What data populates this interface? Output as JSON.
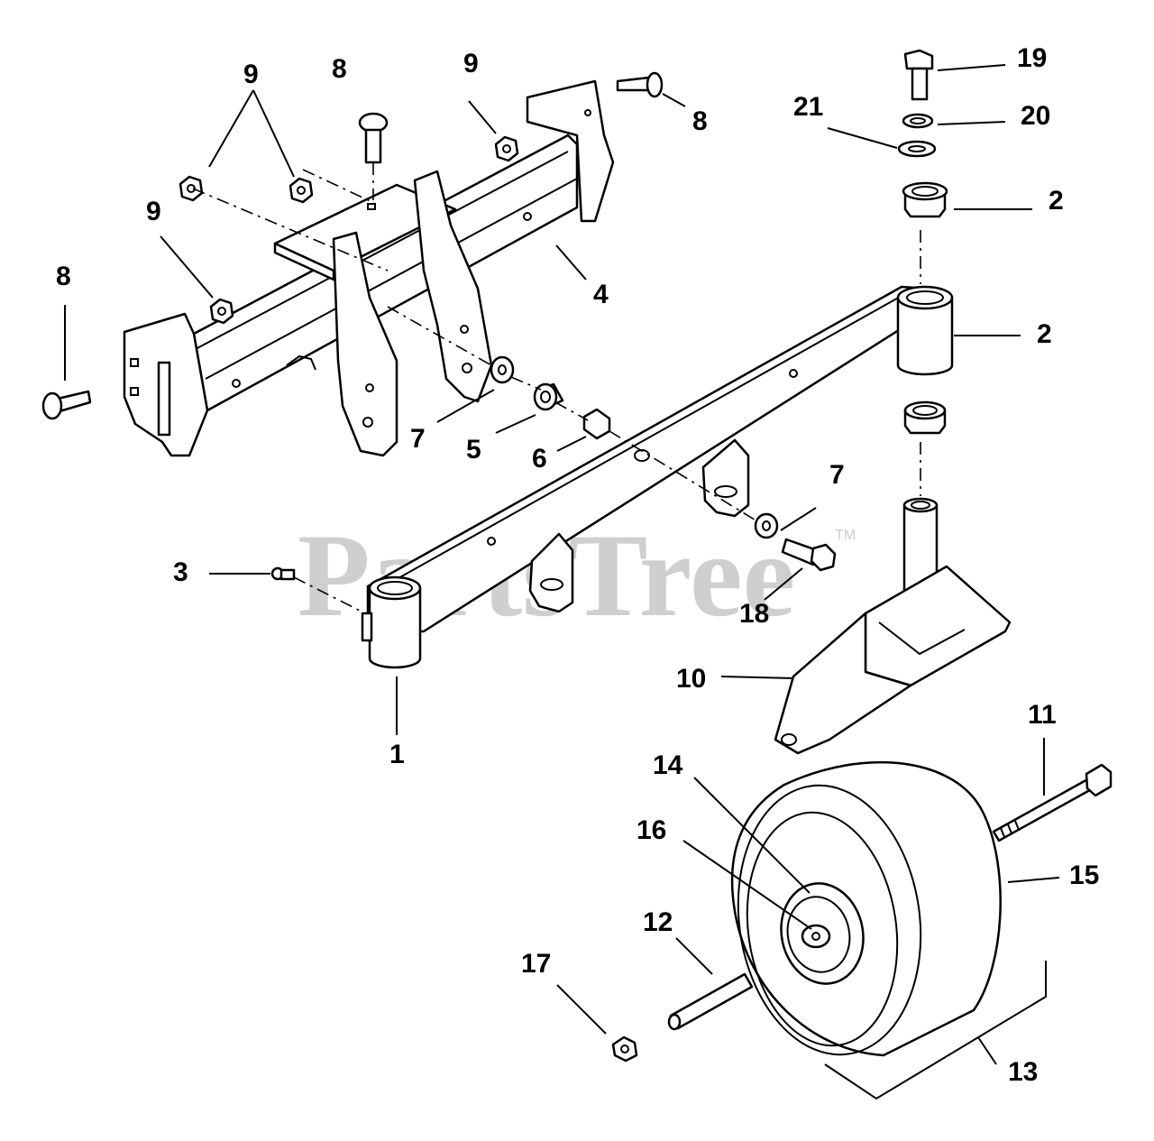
{
  "watermark": {
    "text": "PartsTree",
    "trademark": "TM"
  },
  "callouts": {
    "c19": "19",
    "c21": "21",
    "c20": "20",
    "c2_top": "2",
    "c2_mid": "2",
    "c8_top": "8",
    "c9_top_left": "9",
    "c9_top_right": "9",
    "c8_top_right": "8",
    "c9_left": "9",
    "c4": "4",
    "c8_left": "8",
    "c7_left": "7",
    "c5": "5",
    "c6": "6",
    "c7_right": "7",
    "c3": "3",
    "c18": "18",
    "c10": "10",
    "c1": "1",
    "c11": "11",
    "c14": "14",
    "c16": "16",
    "c15": "15",
    "c12": "12",
    "c17": "17",
    "c13": "13"
  }
}
